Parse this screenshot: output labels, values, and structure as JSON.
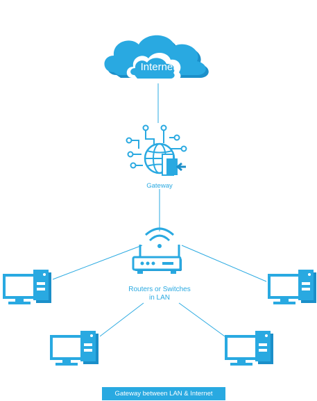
{
  "diagram": {
    "internet_label": "Internet",
    "gateway_label": "Gateway",
    "router_label_line1": "Routers or Switches",
    "router_label_line2": "in LAN",
    "caption": "Gateway between LAN & Internet"
  },
  "colors": {
    "primary": "#29a9e1",
    "dark": "#1b8fc9",
    "line": "#29a9e1",
    "caption_text": "#ffffff"
  },
  "icons": [
    "cloud-icon",
    "gateway-globe-icon",
    "router-icon",
    "computer-icon"
  ]
}
